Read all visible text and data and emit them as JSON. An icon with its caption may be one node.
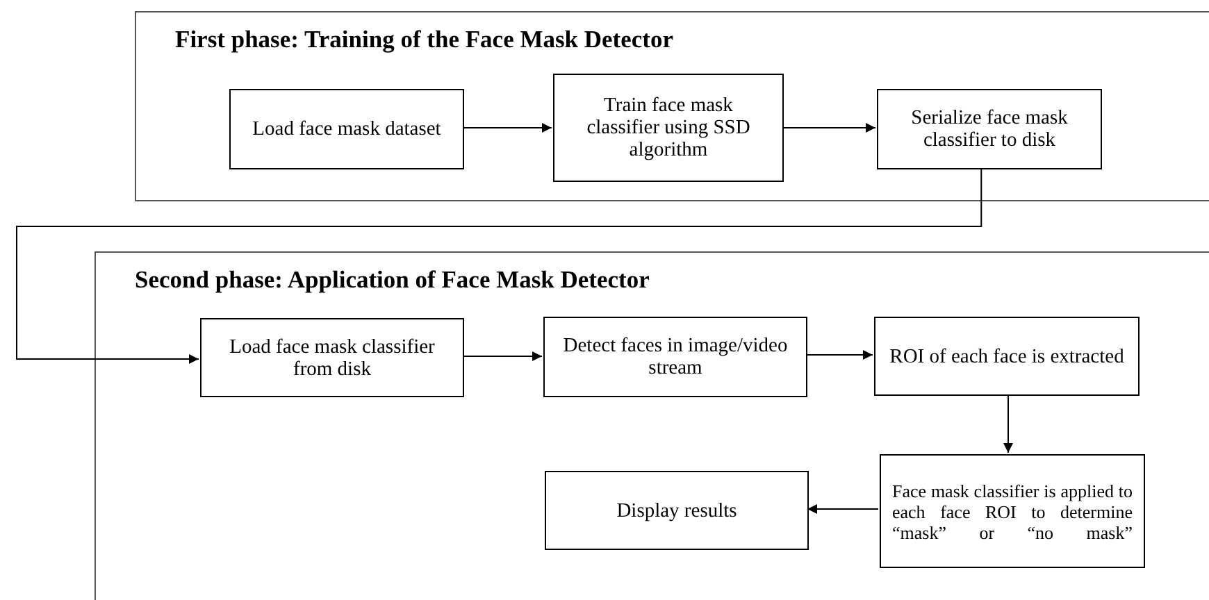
{
  "diagram": {
    "nodes": [
      {
        "text": [
          "First phase: Training of the Face Mask Detector"
        ]
      },
      {
        "text": [
          "Load face mask dataset"
        ],
        "in": 0
      },
      {
        "text": [
          "Train face mask classifier using SSD algorithm"
        ],
        "in": 0
      },
      {
        "text": [
          "Serialize face mask classifier to disk"
        ],
        "in": 0
      },
      {
        "text": [
          "Second phase: Application of Face Mask Detector"
        ]
      },
      {
        "text": [
          "Load face mask classifier from disk"
        ],
        "in": 4
      },
      {
        "text": [
          "Detect faces in image/video stream"
        ],
        "in": 4
      },
      {
        "text": [
          "ROI of each face is extracted"
        ],
        "in": 4
      },
      {
        "text": [
          "Face mask classifier is applied to each face ROI to determine “mask” or “no mask”"
        ],
        "in": 4
      },
      {
        "text": [
          "Display results"
        ],
        "in": 4
      }
    ],
    "edges": [
      {
        "from": 1,
        "to": 2,
        "arrow": "to"
      },
      {
        "from": 2,
        "to": 3,
        "arrow": "to"
      },
      {
        "from": 3,
        "to": 5,
        "arrow": "to"
      },
      {
        "from": 5,
        "to": 6,
        "arrow": "to"
      },
      {
        "from": 6,
        "to": 7,
        "arrow": "to"
      },
      {
        "from": 7,
        "to": 8,
        "arrow": "to"
      },
      {
        "from": 8,
        "to": 9,
        "arrow": "to"
      }
    ]
  }
}
